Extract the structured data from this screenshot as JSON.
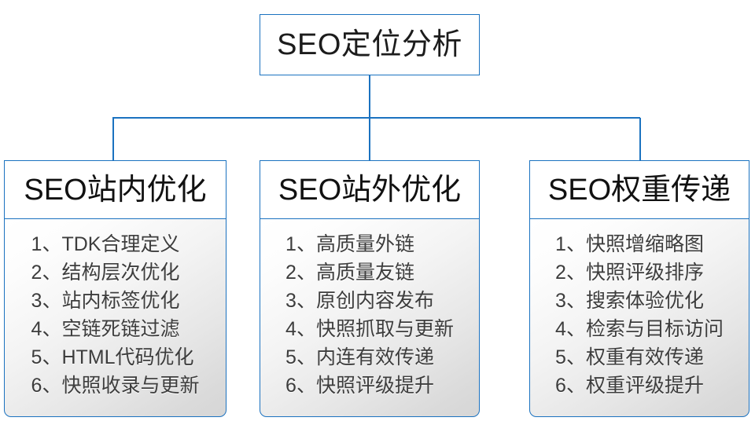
{
  "root": {
    "title": "SEO定位分析"
  },
  "theme": {
    "border_color": "#1b72c0",
    "connector_color": "#1b72c0",
    "header_text_color": "#111111",
    "item_text_color": "#3d3d3d",
    "body_gradient_from": "#ffffff",
    "body_gradient_to": "#d6d6d6",
    "page_background": "#ffffff"
  },
  "columns": [
    {
      "header": "SEO站内优化",
      "items": [
        "1、TDK合理定义",
        "2、结构层次优化",
        "3、站内标签优化",
        "4、空链死链过滤",
        "5、HTML代码优化",
        "6、快照收录与更新"
      ]
    },
    {
      "header": "SEO站外优化",
      "items": [
        "1、高质量外链",
        "2、高质量友链",
        "3、原创内容发布",
        "4、快照抓取与更新",
        "5、内连有效传递",
        "6、快照评级提升"
      ]
    },
    {
      "header": "SEO权重传递",
      "items": [
        "1、快照增缩略图",
        "2、快照评级排序",
        "3、搜索体验优化",
        "4、检索与目标访问",
        "5、权重有效传递",
        "6、权重评级提升"
      ]
    }
  ]
}
